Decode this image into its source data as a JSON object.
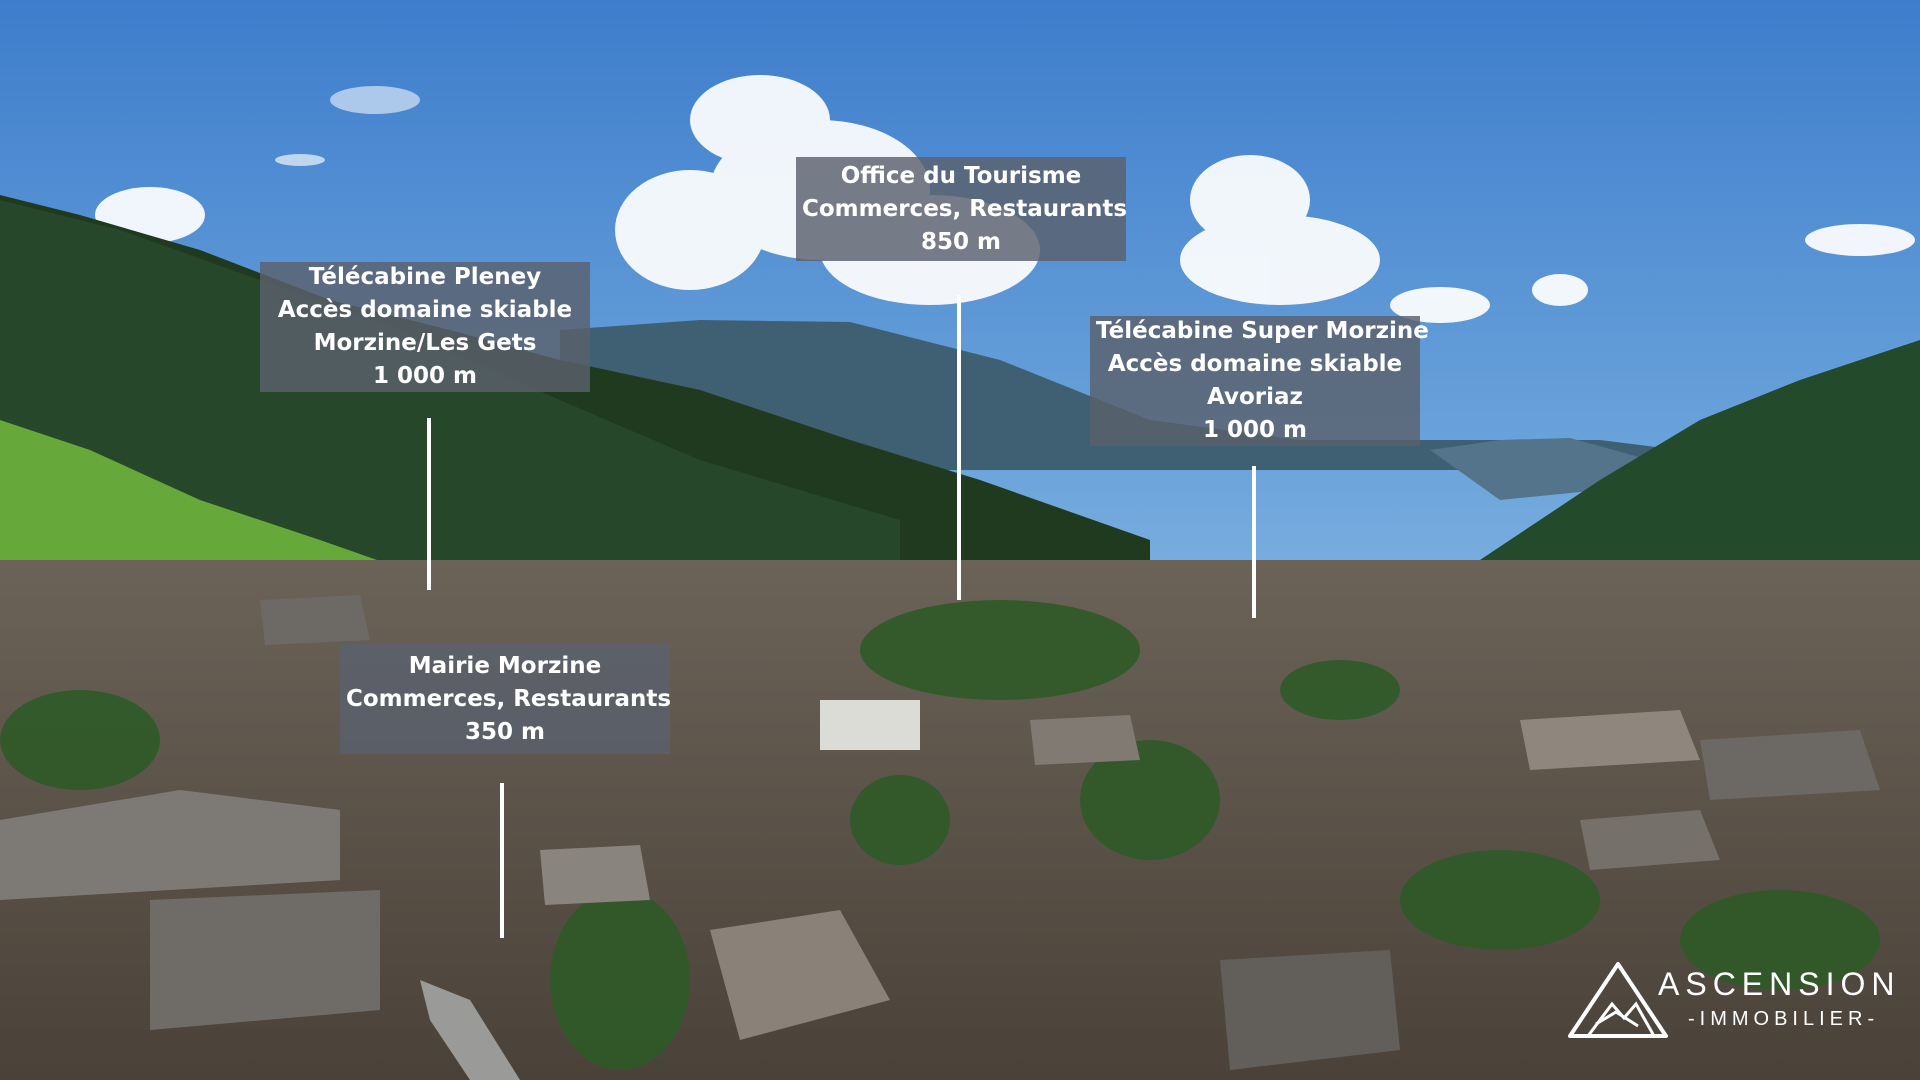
{
  "colors": {
    "sky_top": "#3f7fcf",
    "sky_low": "#a9cde8",
    "label_bg": "#5a606c",
    "label_text": "#ffffff",
    "pin": "#ffffff"
  },
  "labels": {
    "pleney": {
      "line1": "Télécabine Pleney",
      "line2": "Accès domaine skiable",
      "line3": "Morzine/Les Gets",
      "line4": "1 000 m"
    },
    "tourisme": {
      "line1": "Office du Tourisme",
      "line2": "Commerces, Restaurants",
      "line3": "850 m"
    },
    "super_morzine": {
      "line1": "Télécabine Super Morzine",
      "line2": "Accès domaine skiable",
      "line3": "Avoriaz",
      "line4": "1 000 m"
    },
    "mairie": {
      "line1": "Mairie Morzine",
      "line2": "Commerces, Restaurants",
      "line3": "350 m"
    }
  },
  "logo": {
    "brand": "ASCENSION",
    "subtitle": "-IMMOBILIER-",
    "icon": "mountain-triangle-icon"
  }
}
